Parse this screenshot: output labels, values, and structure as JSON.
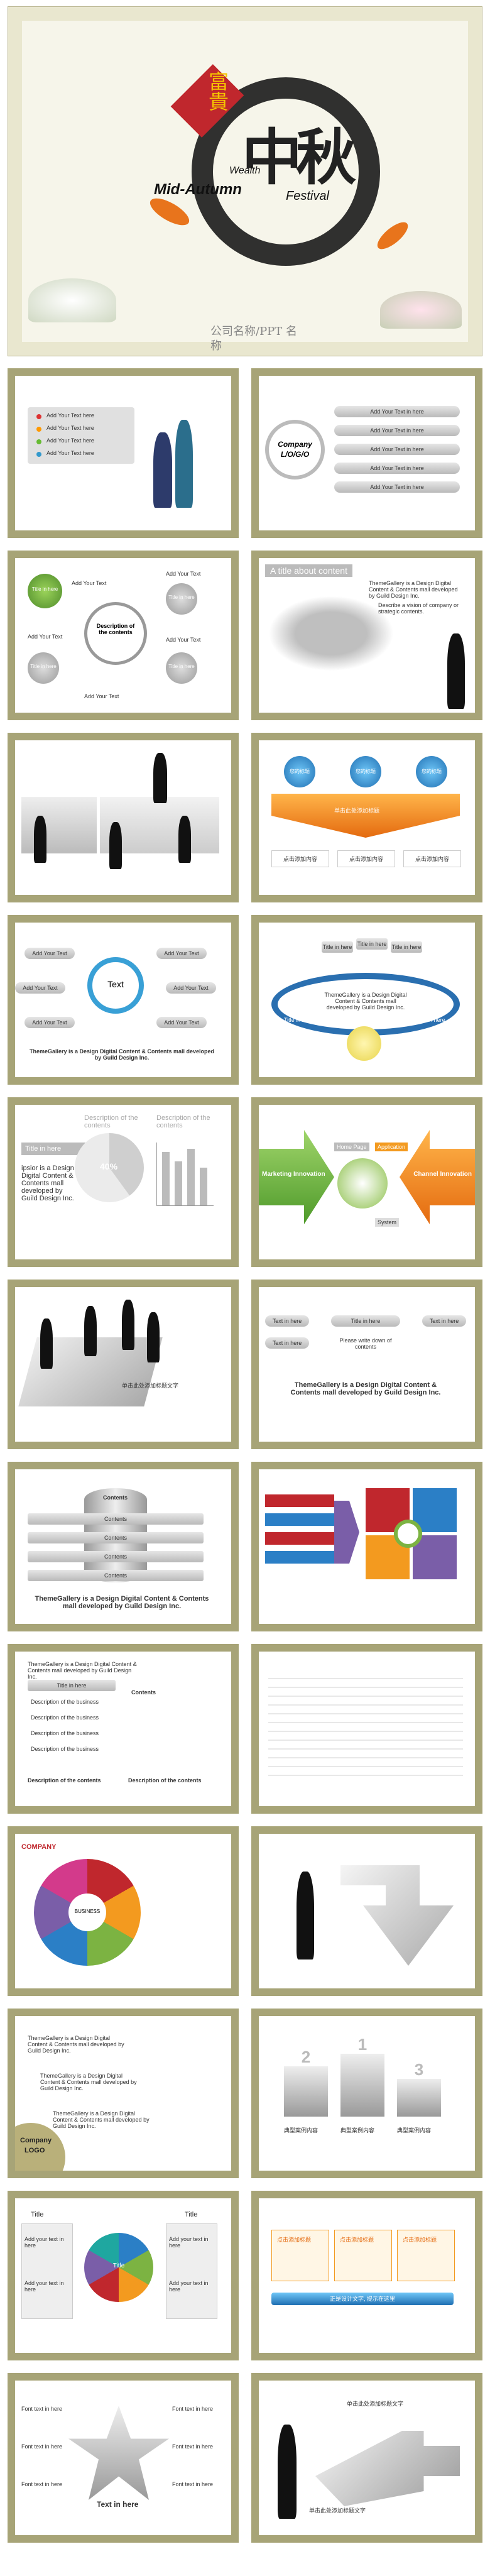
{
  "cover": {
    "title_cn": "富貴",
    "calligraphy": "中秋",
    "subtitle_line1": "Wealth",
    "subtitle_line2": "Mid-Autumn",
    "subtitle_line3": "Festival",
    "company_line1": "公司名称/PPT 名",
    "company_line2": "称"
  },
  "slides": {
    "s1": {
      "items": [
        "Add Your Text here",
        "Add Your Text here",
        "Add Your Text here",
        "Add Your Text here"
      ]
    },
    "s2": {
      "center_line1": "Company",
      "center_line2": "L/O/G/O",
      "items": [
        "Add Your Text in here",
        "Add Your Text in here",
        "Add Your Text in here",
        "Add Your Text in here",
        "Add Your Text in here"
      ]
    },
    "s3": {
      "center": "Description of the contents",
      "nodes": [
        "Title in here",
        "Title in here",
        "Title in here",
        "Title in here"
      ],
      "labels": [
        "Add Your Text",
        "Add Your Text",
        "Add Your Text",
        "Add Your Text",
        "Add Your Text"
      ]
    },
    "s4": {
      "title": "A title about content",
      "text1": "ThemeGallery is a Design Digital Content & Contents mall developed by Guild Design Inc.",
      "text2": "Describe a vision of company or strategic contents."
    },
    "s6": {
      "circles": [
        "您的标题",
        "您的标题",
        "您的标题"
      ],
      "arrow_text": "单击此处添加标题",
      "cards": [
        "点击添加内容",
        "点击添加内容",
        "点击添加内容"
      ]
    },
    "s7": {
      "center": "Text",
      "pills": [
        "Add Your Text",
        "Add Your Text",
        "Add Your Text",
        "Add Your Text",
        "Add Your Text",
        "Add Your Text"
      ],
      "footer": "ThemeGallery is a Design Digital Content & Contents mall developed by Guild Design Inc."
    },
    "s8": {
      "boxes": [
        "Title in here",
        "Title in here",
        "Title in here"
      ],
      "center": "ThemeGallery is a Design Digital Content & Contents mall developed by Guild Design Inc.",
      "left": "Title in here",
      "right": "Title in here"
    },
    "s9": {
      "title": "Title in here",
      "percent": "40%",
      "desc1": "Description of the contents",
      "desc2": "Description of the contents",
      "side_text": "ipsior is a Design Digital Content & Contents mall developed by Guild Design Inc."
    },
    "s10": {
      "left": "Marketing Innovation",
      "right": "Channel Innovation",
      "home": "Home Page",
      "app": "Application",
      "system": "System"
    },
    "s11": {
      "caption": "单击此处添加标题文字"
    },
    "s12": {
      "pills": [
        "Text in here",
        "Text in here",
        "Title in here",
        "Text in here"
      ],
      "center": "Please write down of contents",
      "footer": "ThemeGallery is a Design Digital Content & Contents mall developed by Guild Design Inc."
    },
    "s13": {
      "header": "Contents",
      "rows": [
        "Contents",
        "Contents",
        "Contents",
        "Contents"
      ],
      "footer": "ThemeGallery is a Design Digital Content & Contents mall developed by Guild Design Inc."
    },
    "s15": {
      "intro": "ThemeGallery is a Design Digital Content & Contents mall developed by Guild Design Inc.",
      "col_title": "Title in here",
      "bullets": [
        "Description of the business",
        "Description of the business",
        "Description of the business",
        "Description of the business"
      ],
      "contents": "Contents",
      "left_desc": "Description of the contents",
      "right_desc": "Description of the contents"
    },
    "s17": {
      "company": "COMPANY",
      "center": "BUSINESS"
    },
    "s19": {
      "items": [
        "ThemeGallery is a Design Digital Content & Contents mall developed by Guild Design Inc.",
        "ThemeGallery is a Design Digital Content & Contents mall developed by Guild Design Inc.",
        "ThemeGallery is a Design Digital Content & Contents mall developed by Guild Design Inc."
      ],
      "logo_line1": "Company",
      "logo_line2": "LOGO"
    },
    "s20": {
      "numbers": [
        "2",
        "1",
        "3"
      ],
      "labels": [
        "典型案例内容",
        "典型案例内容",
        "典型案例内容"
      ]
    },
    "s21": {
      "title_left": "Title",
      "title_right": "Title",
      "center": "Title",
      "texts": [
        "Add your text in here",
        "Add your text in here",
        "Add your text in here",
        "Add your text in here"
      ]
    },
    "s22": {
      "cards": [
        "点击添加标题",
        "点击添加标题",
        "点击添加标题"
      ],
      "footer": "正是设计文字, 提示在这里"
    },
    "s23": {
      "center": "Text in here",
      "items": [
        "Font text in here",
        "Font text in here",
        "Font text in here",
        "Font text in here",
        "Font text in here",
        "Font text in here"
      ]
    },
    "s24": {
      "text1": "单击此处添加标题文字",
      "text2": "单击此处添加标题文字"
    }
  },
  "colors": {
    "frame": "#a7a477",
    "cover_bg": "#e9e7cf",
    "red": "#c0272d",
    "orange": "#f39a1f",
    "blue": "#2b7fc6",
    "green": "#7cb342"
  }
}
